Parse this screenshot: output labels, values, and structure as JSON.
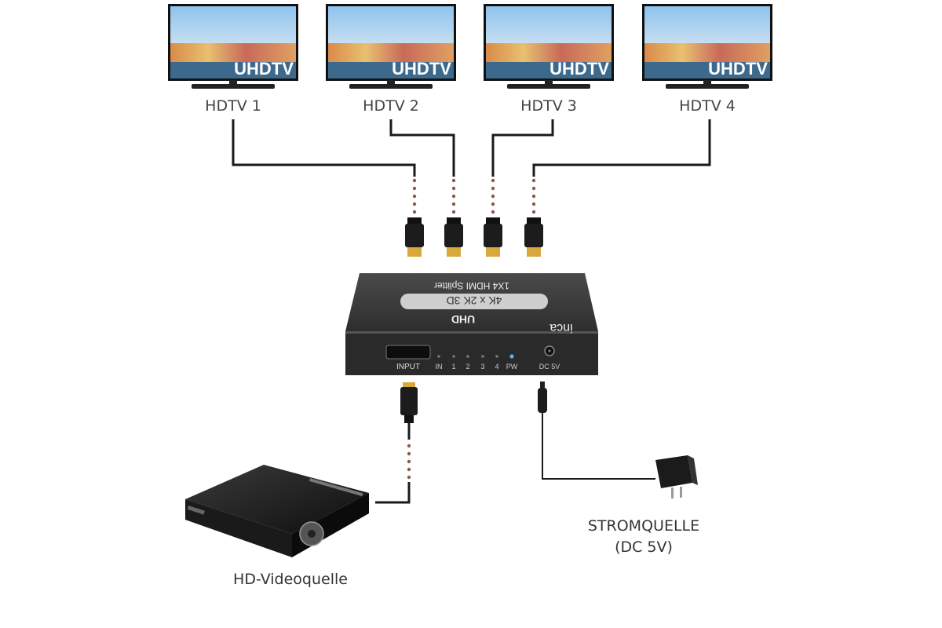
{
  "tvs": [
    {
      "label": "HDTV 1",
      "screen_text": "UHDTV"
    },
    {
      "label": "HDTV 2",
      "screen_text": "UHDTV"
    },
    {
      "label": "HDTV 3",
      "screen_text": "UHDTV"
    },
    {
      "label": "HDTV 4",
      "screen_text": "UHDTV"
    }
  ],
  "splitter": {
    "brand": "inca",
    "model": "1X4 HDMI Splitter",
    "spec": "4K x 2K 3D",
    "uhd": "UHD",
    "port_labels": [
      "INPUT",
      "IN",
      "1",
      "2",
      "3",
      "4",
      "PW",
      "DC 5V"
    ]
  },
  "source": {
    "label": "HD-Videoquelle"
  },
  "power": {
    "line1": "STROMQUELLE",
    "line2": "(DC 5V)"
  },
  "colors": {
    "cable": "#1a1a1a",
    "device": "#3a3a3a",
    "text": "#444444",
    "led": "#4fb6ff"
  }
}
